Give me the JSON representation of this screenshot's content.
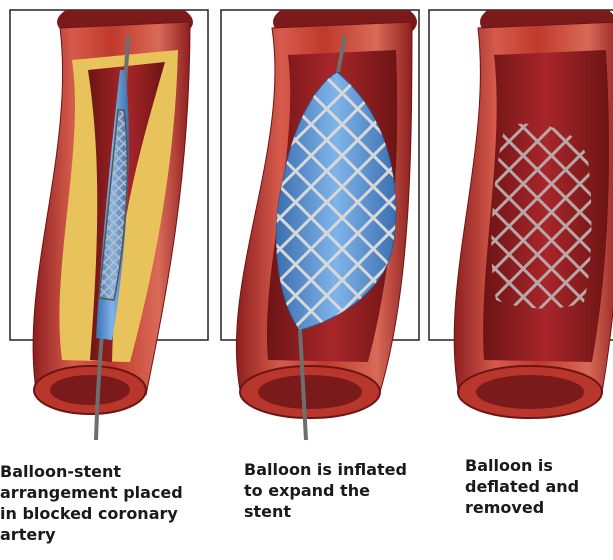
{
  "panels": [
    {
      "id": "stent-placement",
      "caption_lines": [
        "Balloon-stent",
        "arrangement placed",
        "in blocked coronary",
        "artery"
      ]
    },
    {
      "id": "balloon-inflation",
      "caption_lines": [
        "Balloon is inflated",
        "to expand the",
        "stent"
      ]
    },
    {
      "id": "balloon-removal",
      "caption_lines": [
        "Balloon is",
        "deflated and",
        "removed"
      ]
    }
  ],
  "colors": {
    "artery_wall": "#c0392b",
    "artery_dark": "#7b1a1a",
    "artery_lumen": "#a8262a",
    "plaque": "#e8c25a",
    "balloon": "#4a8fd4",
    "stent": "#c8c8c8",
    "catheter": "#6e6e6e"
  }
}
